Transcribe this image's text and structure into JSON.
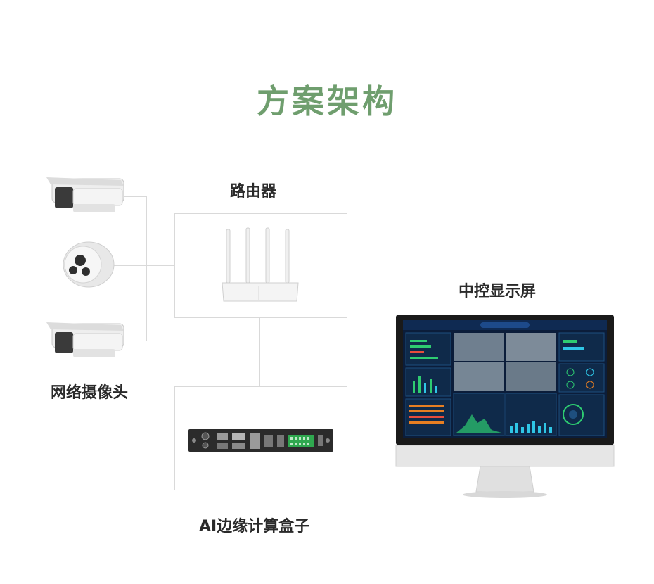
{
  "title": "方案架构",
  "nodes": {
    "cameras": {
      "label": "网络摄像头"
    },
    "router": {
      "label": "路由器"
    },
    "edge_box": {
      "label": "AI边缘计算盒子"
    },
    "display": {
      "label": "中控显示屏"
    }
  },
  "colors": {
    "title": "#6f9e6e",
    "connector": "#d9d9d9",
    "screen_bg": "#0b1d3a",
    "accent_green": "#2ecc71",
    "accent_cyan": "#2fc6e6"
  },
  "icons": {
    "bullet_camera": "bullet-camera-icon",
    "dome_camera": "dome-camera-icon",
    "router": "router-icon",
    "edge_box": "edge-computing-box-icon",
    "monitor": "monitor-icon"
  }
}
